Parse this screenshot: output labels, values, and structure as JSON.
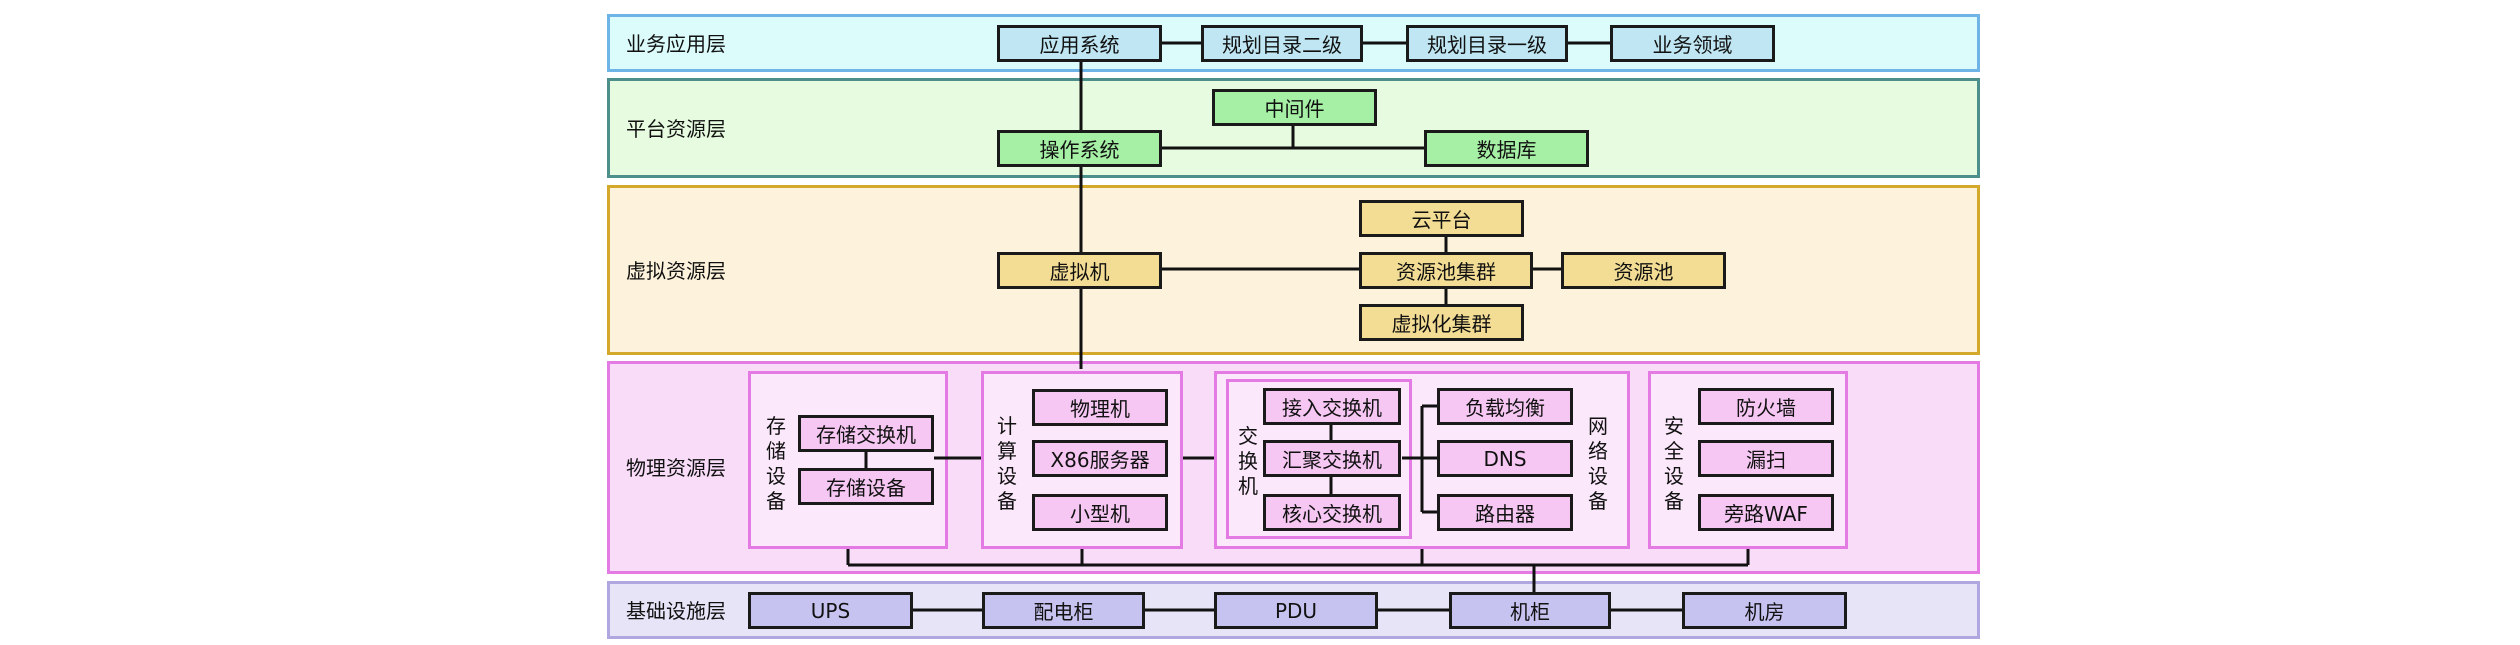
{
  "layers": {
    "application": "业务应用层",
    "platform": "平台资源层",
    "virtual": "虚拟资源层",
    "physical": "物理资源层",
    "infrastructure": "基础设施层"
  },
  "nodes": {
    "app_system": "应用系统",
    "plan_dir_2": "规划目录二级",
    "plan_dir_1": "规划目录一级",
    "biz_domain": "业务领域",
    "middleware": "中间件",
    "os": "操作系统",
    "database": "数据库",
    "cloud_platform": "云平台",
    "vm": "虚拟机",
    "pool_cluster": "资源池集群",
    "pool": "资源池",
    "virt_cluster": "虚拟化集群",
    "storage_switch": "存储交换机",
    "storage_device": "存储设备",
    "physical_machine": "物理机",
    "x86_server": "X86服务器",
    "minicomputer": "小型机",
    "access_switch": "接入交换机",
    "aggregation_switch": "汇聚交换机",
    "core_switch": "核心交换机",
    "load_balance": "负载均衡",
    "dns": "DNS",
    "router": "路由器",
    "firewall": "防火墙",
    "scan": "漏扫",
    "bypass_waf": "旁路WAF",
    "ups": "UPS",
    "pdc": "配电柜",
    "pdu": "PDU",
    "cabinet": "机柜",
    "machine_room": "机房"
  },
  "groups": {
    "storage": "存储设备",
    "compute": "计算设备",
    "switch": "交换机",
    "network": "网络设备",
    "security": "安全设备"
  },
  "colors": {
    "application_border": "#6fb4e6",
    "application_fill": "#dcfbfb",
    "platform_border": "#4d8f8a",
    "platform_fill": "#e6fbe0",
    "virtual_border": "#d4a82a",
    "virtual_fill": "#fdf3dc",
    "physical_border": "#e47ae4",
    "physical_fill": "#f8dcf8",
    "infrastructure_border": "#b0a6e0",
    "infrastructure_fill": "#e8e4f8"
  }
}
